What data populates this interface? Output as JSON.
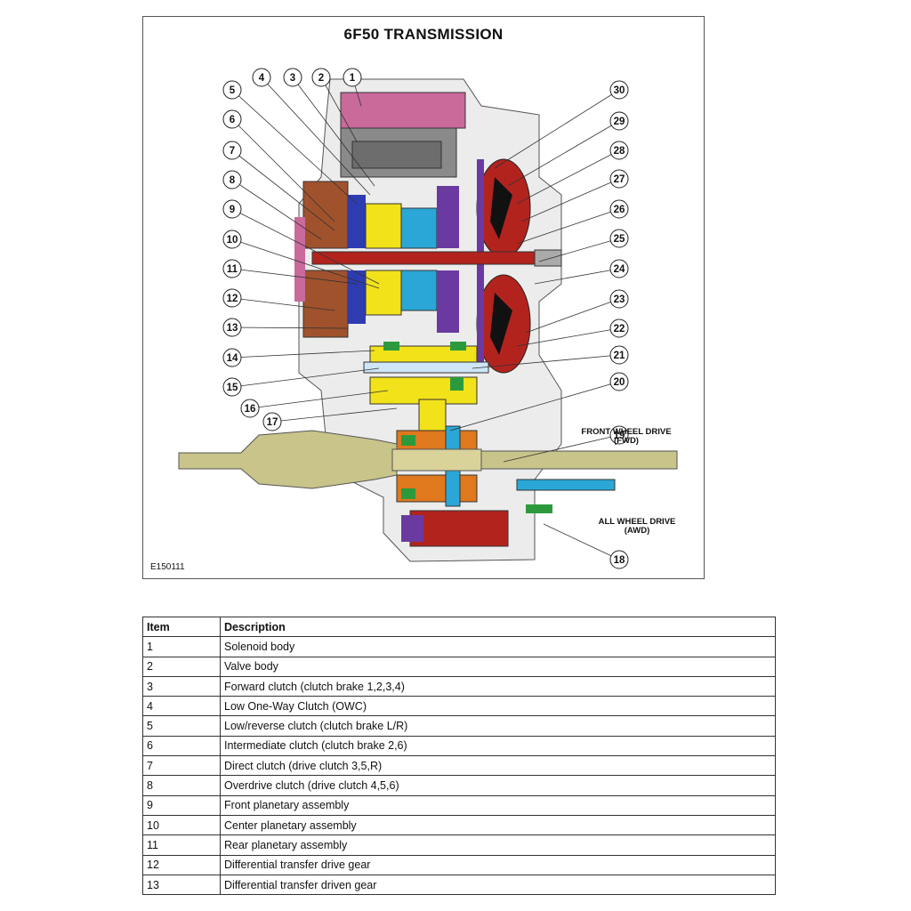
{
  "figure": {
    "title": "6F50 TRANSMISSION",
    "id": "E150111",
    "fwd_label_1": "FRONT WHEEL DRIVE",
    "fwd_label_2": "(FWD)",
    "awd_label_1": "ALL WHEEL DRIVE",
    "awd_label_2": "(AWD)",
    "callouts": [
      "1",
      "2",
      "3",
      "4",
      "5",
      "6",
      "7",
      "8",
      "9",
      "10",
      "11",
      "12",
      "13",
      "14",
      "15",
      "16",
      "17",
      "18",
      "19",
      "20",
      "21",
      "22",
      "23",
      "24",
      "25",
      "26",
      "27",
      "28",
      "29",
      "30"
    ],
    "colors": {
      "solenoid": "#c96a9a",
      "valve_body": "#8a8a8a",
      "case": "#e8e8e8",
      "shaft": "#c8c48a",
      "red": "#b3231e",
      "yellow": "#f2e21a",
      "orange": "#e0781e",
      "cyan": "#2aa7d6",
      "green": "#2c9a3c",
      "purple": "#6b3aa0",
      "blue": "#2d3cb0",
      "brown": "#8a5a2a"
    }
  },
  "table": {
    "headers": {
      "item": "Item",
      "description": "Description"
    },
    "rows": [
      {
        "item": "1",
        "description": "Solenoid body"
      },
      {
        "item": "2",
        "description": "Valve body"
      },
      {
        "item": "3",
        "description": "Forward clutch (clutch brake 1,2,3,4)"
      },
      {
        "item": "4",
        "description": "Low One-Way Clutch (OWC)"
      },
      {
        "item": "5",
        "description": "Low/reverse clutch (clutch brake L/R)"
      },
      {
        "item": "6",
        "description": "Intermediate clutch (clutch brake 2,6)"
      },
      {
        "item": "7",
        "description": "Direct clutch (drive clutch 3,5,R)"
      },
      {
        "item": "8",
        "description": "Overdrive clutch (drive clutch 4,5,6)"
      },
      {
        "item": "9",
        "description": "Front planetary assembly"
      },
      {
        "item": "10",
        "description": "Center planetary assembly"
      },
      {
        "item": "11",
        "description": "Rear planetary assembly"
      },
      {
        "item": "12",
        "description": "Differential transfer drive gear"
      },
      {
        "item": "13",
        "description": "Differential transfer driven gear"
      }
    ]
  }
}
